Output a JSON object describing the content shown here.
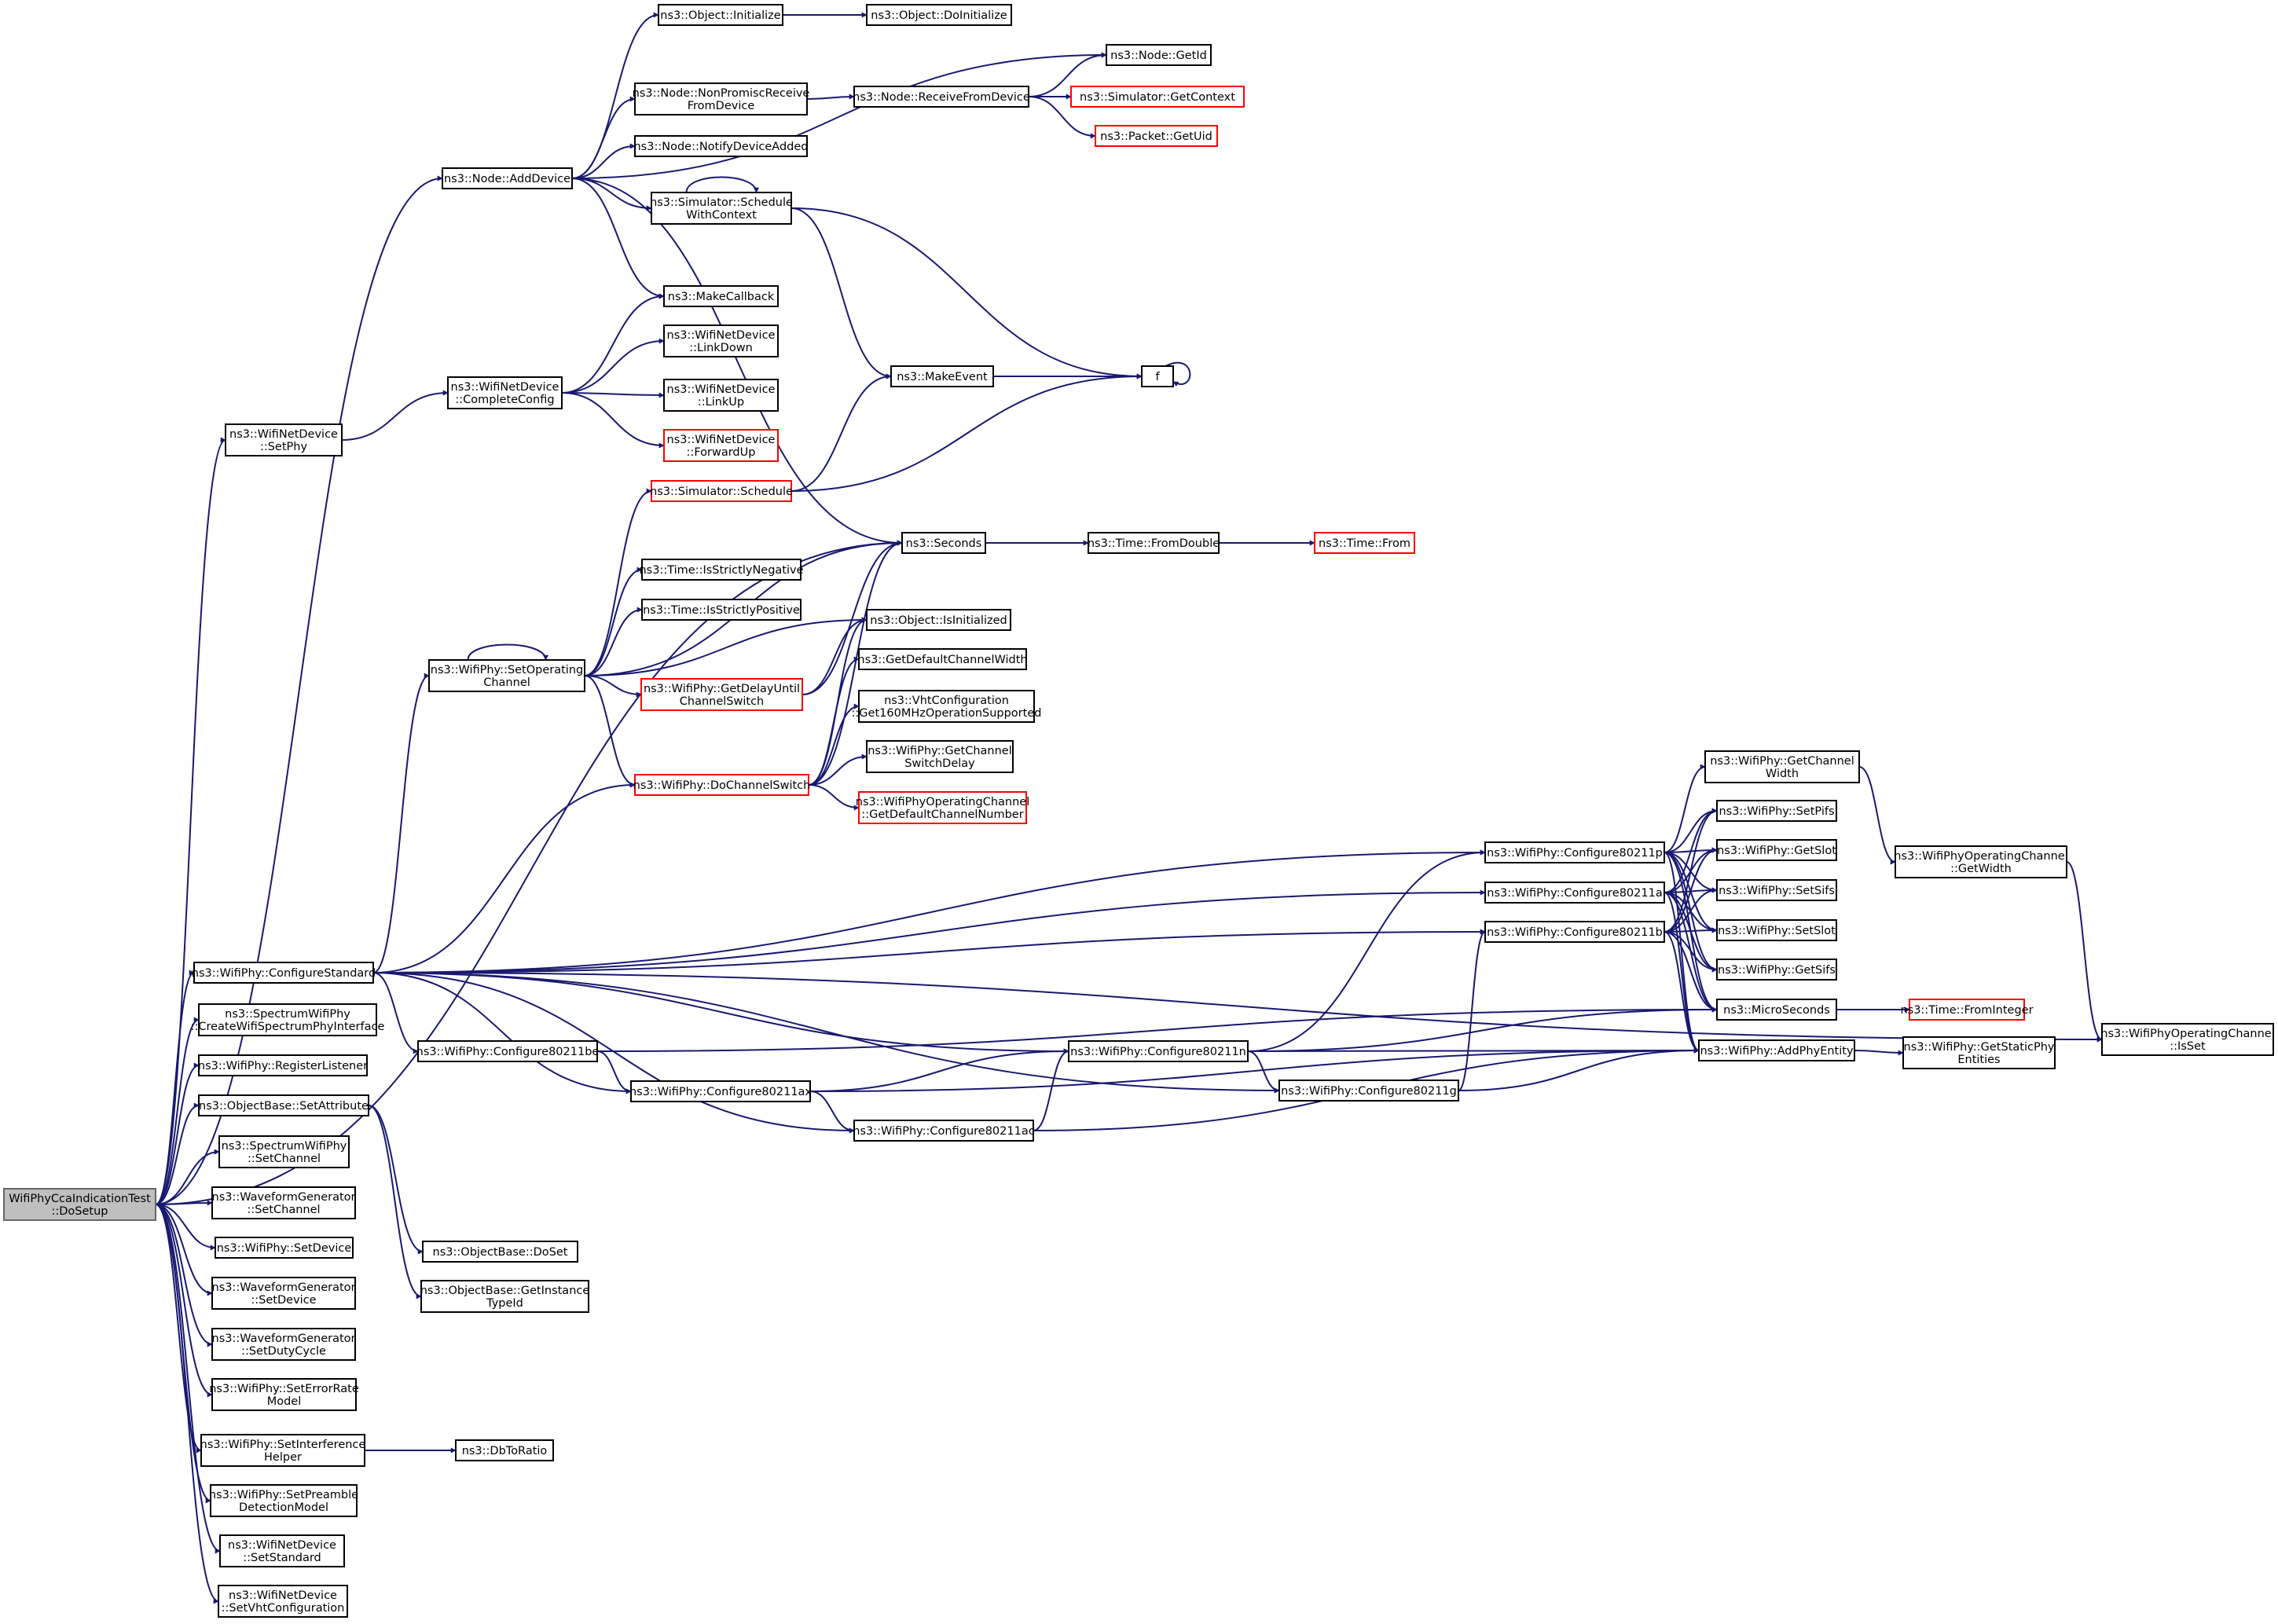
{
  "diagram": {
    "nodes": [
      {
        "id": "root",
        "lines": [
          "WifiPhyCcaIndicationTest",
          "::DoSetup"
        ],
        "style": "root"
      },
      {
        "id": "addDevice",
        "lines": [
          "ns3::Node::AddDevice"
        ]
      },
      {
        "id": "setPhy",
        "lines": [
          "ns3::WifiNetDevice",
          "::SetPhy"
        ]
      },
      {
        "id": "seconds",
        "lines": [
          "ns3::Seconds"
        ]
      },
      {
        "id": "setOpCh",
        "lines": [
          "ns3::WifiPhy::SetOperating",
          "Channel"
        ]
      },
      {
        "id": "cfgStd",
        "lines": [
          "ns3::WifiPhy::ConfigureStandard"
        ]
      },
      {
        "id": "createIf",
        "lines": [
          "ns3::SpectrumWifiPhy",
          "::CreateWifiSpectrumPhyInterface"
        ]
      },
      {
        "id": "regListener",
        "lines": [
          "ns3::WifiPhy::RegisterListener"
        ]
      },
      {
        "id": "setAttr",
        "lines": [
          "ns3::ObjectBase::SetAttribute"
        ]
      },
      {
        "id": "swpSetCh",
        "lines": [
          "ns3::SpectrumWifiPhy",
          "::SetChannel"
        ]
      },
      {
        "id": "wgSetCh",
        "lines": [
          "ns3::WaveformGenerator",
          "::SetChannel"
        ]
      },
      {
        "id": "setDevice",
        "lines": [
          "ns3::WifiPhy::SetDevice"
        ]
      },
      {
        "id": "wgSetDev",
        "lines": [
          "ns3::WaveformGenerator",
          "::SetDevice"
        ]
      },
      {
        "id": "wgDuty",
        "lines": [
          "ns3::WaveformGenerator",
          "::SetDutyCycle"
        ]
      },
      {
        "id": "setErr",
        "lines": [
          "ns3::WifiPhy::SetErrorRate",
          "Model"
        ]
      },
      {
        "id": "setIntf",
        "lines": [
          "ns3::WifiPhy::SetInterference",
          "Helper"
        ]
      },
      {
        "id": "setPre",
        "lines": [
          "ns3::WifiPhy::SetPreamble",
          "DetectionModel"
        ]
      },
      {
        "id": "setStd",
        "lines": [
          "ns3::WifiNetDevice",
          "::SetStandard"
        ]
      },
      {
        "id": "setVht",
        "lines": [
          "ns3::WifiNetDevice",
          "::SetVhtConfiguration"
        ]
      },
      {
        "id": "objInit",
        "lines": [
          "ns3::Object::Initialize"
        ]
      },
      {
        "id": "doInit",
        "lines": [
          "ns3::Object::DoInitialize"
        ]
      },
      {
        "id": "getId",
        "lines": [
          "ns3::Node::GetId"
        ]
      },
      {
        "id": "nonProm",
        "lines": [
          "ns3::Node::NonPromiscReceive",
          "FromDevice"
        ]
      },
      {
        "id": "recvFrom",
        "lines": [
          "ns3::Node::ReceiveFromDevice"
        ]
      },
      {
        "id": "getCtx",
        "lines": [
          "ns3::Simulator::GetContext"
        ],
        "style": "red"
      },
      {
        "id": "getUid",
        "lines": [
          "ns3::Packet::GetUid"
        ],
        "style": "red"
      },
      {
        "id": "notifyAdd",
        "lines": [
          "ns3::Node::NotifyDeviceAdded"
        ]
      },
      {
        "id": "schedCtx",
        "lines": [
          "ns3::Simulator::Schedule",
          "WithContext"
        ]
      },
      {
        "id": "makeCb",
        "lines": [
          "ns3::MakeCallback"
        ]
      },
      {
        "id": "linkDown",
        "lines": [
          "ns3::WifiNetDevice",
          "::LinkDown"
        ]
      },
      {
        "id": "complCfg",
        "lines": [
          "ns3::WifiNetDevice",
          "::CompleteConfig"
        ]
      },
      {
        "id": "linkUp",
        "lines": [
          "ns3::WifiNetDevice",
          "::LinkUp"
        ]
      },
      {
        "id": "fwdUp",
        "lines": [
          "ns3::WifiNetDevice",
          "::ForwardUp"
        ],
        "style": "red"
      },
      {
        "id": "makeEvt",
        "lines": [
          "ns3::MakeEvent"
        ]
      },
      {
        "id": "f",
        "lines": [
          "f"
        ]
      },
      {
        "id": "sched",
        "lines": [
          "ns3::Simulator::Schedule"
        ],
        "style": "red"
      },
      {
        "id": "fromDbl",
        "lines": [
          "ns3::Time::FromDouble"
        ]
      },
      {
        "id": "timeFrom",
        "lines": [
          "ns3::Time::From"
        ],
        "style": "red"
      },
      {
        "id": "strictNeg",
        "lines": [
          "ns3::Time::IsStrictlyNegative"
        ]
      },
      {
        "id": "strictPos",
        "lines": [
          "ns3::Time::IsStrictlyPositive"
        ]
      },
      {
        "id": "isInit",
        "lines": [
          "ns3::Object::IsInitialized"
        ]
      },
      {
        "id": "delaySw",
        "lines": [
          "ns3::WifiPhy::GetDelayUntil",
          "ChannelSwitch"
        ],
        "style": "red"
      },
      {
        "id": "defChW",
        "lines": [
          "ns3::GetDefaultChannelWidth"
        ]
      },
      {
        "id": "vht160",
        "lines": [
          "ns3::VhtConfiguration",
          "::Get160MHzOperationSupported"
        ]
      },
      {
        "id": "doChSw",
        "lines": [
          "ns3::WifiPhy::DoChannelSwitch"
        ],
        "style": "red"
      },
      {
        "id": "chSwDly",
        "lines": [
          "ns3::WifiPhy::GetChannel",
          "SwitchDelay"
        ]
      },
      {
        "id": "defChNum",
        "lines": [
          "ns3::WifiPhyOperatingChannel",
          "::GetDefaultChannelNumber"
        ],
        "style": "red"
      },
      {
        "id": "getChW",
        "lines": [
          "ns3::WifiPhy::GetChannel",
          "Width"
        ]
      },
      {
        "id": "setPifs",
        "lines": [
          "ns3::WifiPhy::SetPifs"
        ]
      },
      {
        "id": "getSlot",
        "lines": [
          "ns3::WifiPhy::GetSlot"
        ]
      },
      {
        "id": "setSifs",
        "lines": [
          "ns3::WifiPhy::SetSifs"
        ]
      },
      {
        "id": "setSlot",
        "lines": [
          "ns3::WifiPhy::SetSlot"
        ]
      },
      {
        "id": "getSifs",
        "lines": [
          "ns3::WifiPhy::GetSifs"
        ]
      },
      {
        "id": "cfg11p",
        "lines": [
          "ns3::WifiPhy::Configure80211p"
        ]
      },
      {
        "id": "cfg11a",
        "lines": [
          "ns3::WifiPhy::Configure80211a"
        ]
      },
      {
        "id": "cfg11b",
        "lines": [
          "ns3::WifiPhy::Configure80211b"
        ]
      },
      {
        "id": "opGetW",
        "lines": [
          "ns3::WifiPhyOperatingChannel",
          "::GetWidth"
        ]
      },
      {
        "id": "micro",
        "lines": [
          "ns3::MicroSeconds"
        ]
      },
      {
        "id": "fromInt",
        "lines": [
          "ns3::Time::FromInteger"
        ],
        "style": "red"
      },
      {
        "id": "addEnt",
        "lines": [
          "ns3::WifiPhy::AddPhyEntity"
        ]
      },
      {
        "id": "getStatic",
        "lines": [
          "ns3::WifiPhy::GetStaticPhy",
          "Entities"
        ]
      },
      {
        "id": "isSet",
        "lines": [
          "ns3::WifiPhyOperatingChannel",
          "::IsSet"
        ]
      },
      {
        "id": "cfg11be",
        "lines": [
          "ns3::WifiPhy::Configure80211be"
        ]
      },
      {
        "id": "cfg11n",
        "lines": [
          "ns3::WifiPhy::Configure80211n"
        ]
      },
      {
        "id": "cfg11g",
        "lines": [
          "ns3::WifiPhy::Configure80211g"
        ]
      },
      {
        "id": "cfg11ax",
        "lines": [
          "ns3::WifiPhy::Configure80211ax"
        ]
      },
      {
        "id": "cfg11ac",
        "lines": [
          "ns3::WifiPhy::Configure80211ac"
        ]
      },
      {
        "id": "doSet",
        "lines": [
          "ns3::ObjectBase::DoSet"
        ]
      },
      {
        "id": "instTid",
        "lines": [
          "ns3::ObjectBase::GetInstance",
          "TypeId"
        ]
      },
      {
        "id": "dbToRatio",
        "lines": [
          "ns3::DbToRatio"
        ]
      }
    ],
    "edges": [
      [
        "root",
        "addDevice"
      ],
      [
        "root",
        "setPhy"
      ],
      [
        "root",
        "seconds"
      ],
      [
        "root",
        "cfgStd"
      ],
      [
        "root",
        "createIf"
      ],
      [
        "root",
        "regListener"
      ],
      [
        "root",
        "setAttr"
      ],
      [
        "root",
        "swpSetCh"
      ],
      [
        "root",
        "wgSetCh"
      ],
      [
        "root",
        "setDevice"
      ],
      [
        "root",
        "wgSetDev"
      ],
      [
        "root",
        "wgDuty"
      ],
      [
        "root",
        "setErr"
      ],
      [
        "root",
        "setIntf"
      ],
      [
        "root",
        "setPre"
      ],
      [
        "root",
        "setStd"
      ],
      [
        "root",
        "setVht"
      ],
      [
        "addDevice",
        "objInit"
      ],
      [
        "addDevice",
        "getId"
      ],
      [
        "addDevice",
        "nonProm"
      ],
      [
        "addDevice",
        "notifyAdd"
      ],
      [
        "addDevice",
        "schedCtx"
      ],
      [
        "addDevice",
        "makeCb"
      ],
      [
        "addDevice",
        "seconds"
      ],
      [
        "objInit",
        "doInit"
      ],
      [
        "nonProm",
        "recvFrom"
      ],
      [
        "recvFrom",
        "getId"
      ],
      [
        "recvFrom",
        "getCtx"
      ],
      [
        "recvFrom",
        "getUid"
      ],
      [
        "schedCtx",
        "schedCtx"
      ],
      [
        "schedCtx",
        "makeEvt"
      ],
      [
        "schedCtx",
        "f"
      ],
      [
        "makeEvt",
        "f"
      ],
      [
        "f",
        "f"
      ],
      [
        "setPhy",
        "complCfg"
      ],
      [
        "complCfg",
        "makeCb"
      ],
      [
        "complCfg",
        "linkDown"
      ],
      [
        "complCfg",
        "linkUp"
      ],
      [
        "complCfg",
        "fwdUp"
      ],
      [
        "sched",
        "makeEvt"
      ],
      [
        "sched",
        "f"
      ],
      [
        "seconds",
        "fromDbl"
      ],
      [
        "fromDbl",
        "timeFrom"
      ],
      [
        "setOpCh",
        "setOpCh"
      ],
      [
        "setOpCh",
        "sched"
      ],
      [
        "setOpCh",
        "seconds"
      ],
      [
        "setOpCh",
        "strictNeg"
      ],
      [
        "setOpCh",
        "strictPos"
      ],
      [
        "setOpCh",
        "delaySw"
      ],
      [
        "setOpCh",
        "isInit"
      ],
      [
        "setOpCh",
        "doChSw"
      ],
      [
        "delaySw",
        "seconds"
      ],
      [
        "delaySw",
        "isInit"
      ],
      [
        "doChSw",
        "seconds"
      ],
      [
        "doChSw",
        "isInit"
      ],
      [
        "doChSw",
        "defChW"
      ],
      [
        "doChSw",
        "vht160"
      ],
      [
        "doChSw",
        "chSwDly"
      ],
      [
        "doChSw",
        "defChNum"
      ],
      [
        "cfgStd",
        "setOpCh"
      ],
      [
        "cfgStd",
        "doChSw"
      ],
      [
        "cfgStd",
        "cfg11p"
      ],
      [
        "cfgStd",
        "cfg11a"
      ],
      [
        "cfgStd",
        "cfg11b"
      ],
      [
        "cfgStd",
        "cfg11be"
      ],
      [
        "cfgStd",
        "cfg11n"
      ],
      [
        "cfgStd",
        "cfg11g"
      ],
      [
        "cfgStd",
        "cfg11ax"
      ],
      [
        "cfgStd",
        "cfg11ac"
      ],
      [
        "cfgStd",
        "isSet"
      ],
      [
        "cfg11p",
        "getChW"
      ],
      [
        "cfg11p",
        "setPifs"
      ],
      [
        "cfg11p",
        "getSlot"
      ],
      [
        "cfg11p",
        "setSifs"
      ],
      [
        "cfg11p",
        "setSlot"
      ],
      [
        "cfg11p",
        "getSifs"
      ],
      [
        "cfg11p",
        "micro"
      ],
      [
        "cfg11p",
        "addEnt"
      ],
      [
        "cfg11a",
        "setPifs"
      ],
      [
        "cfg11a",
        "getSlot"
      ],
      [
        "cfg11a",
        "setSifs"
      ],
      [
        "cfg11a",
        "setSlot"
      ],
      [
        "cfg11a",
        "getSifs"
      ],
      [
        "cfg11a",
        "micro"
      ],
      [
        "cfg11a",
        "addEnt"
      ],
      [
        "cfg11b",
        "setPifs"
      ],
      [
        "cfg11b",
        "getSlot"
      ],
      [
        "cfg11b",
        "setSifs"
      ],
      [
        "cfg11b",
        "setSlot"
      ],
      [
        "cfg11b",
        "getSifs"
      ],
      [
        "cfg11b",
        "micro"
      ],
      [
        "cfg11b",
        "addEnt"
      ],
      [
        "getChW",
        "opGetW"
      ],
      [
        "opGetW",
        "isSet"
      ],
      [
        "micro",
        "fromInt"
      ],
      [
        "addEnt",
        "getStatic"
      ],
      [
        "cfg11be",
        "micro"
      ],
      [
        "cfg11be",
        "cfg11ax"
      ],
      [
        "cfg11ax",
        "cfg11n"
      ],
      [
        "cfg11ax",
        "cfg11ac"
      ],
      [
        "cfg11ax",
        "addEnt"
      ],
      [
        "cfg11ac",
        "cfg11n"
      ],
      [
        "cfg11ac",
        "addEnt"
      ],
      [
        "cfg11n",
        "cfg11p"
      ],
      [
        "cfg11n",
        "micro"
      ],
      [
        "cfg11n",
        "addEnt"
      ],
      [
        "cfg11n",
        "cfg11g"
      ],
      [
        "cfg11g",
        "cfg11b"
      ],
      [
        "cfg11g",
        "addEnt"
      ],
      [
        "setAttr",
        "doSet"
      ],
      [
        "setAttr",
        "instTid"
      ],
      [
        "setIntf",
        "dbToRatio"
      ]
    ]
  }
}
